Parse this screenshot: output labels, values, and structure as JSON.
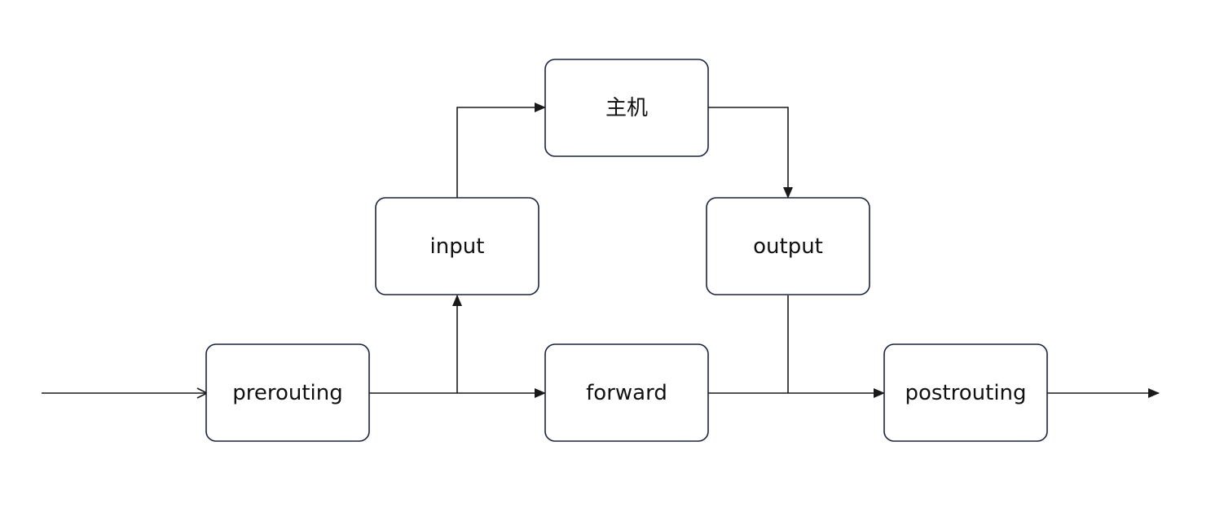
{
  "diagram": {
    "type": "flowchart",
    "colors": {
      "node_border": "#1b2340",
      "node_fill": "#ffffff",
      "edge": "#1a1a1a",
      "text": "#111111"
    },
    "nodes": {
      "host": {
        "label": "主机"
      },
      "input": {
        "label": "input"
      },
      "output": {
        "label": "output"
      },
      "prerouting": {
        "label": "prerouting"
      },
      "forward": {
        "label": "forward"
      },
      "postrouting": {
        "label": "postrouting"
      }
    },
    "edges": [
      {
        "from": "external",
        "to": "prerouting",
        "arrow": "open"
      },
      {
        "from": "prerouting",
        "to": "input",
        "arrow": "filled"
      },
      {
        "from": "prerouting",
        "to": "forward",
        "arrow": "filled"
      },
      {
        "from": "input",
        "to": "host",
        "arrow": "filled"
      },
      {
        "from": "host",
        "to": "output",
        "arrow": "filled"
      },
      {
        "from": "forward",
        "to": "postrouting",
        "arrow": "filled"
      },
      {
        "from": "output",
        "to": "postrouting",
        "arrow": "filled"
      },
      {
        "from": "postrouting",
        "to": "external",
        "arrow": "filled"
      }
    ]
  }
}
